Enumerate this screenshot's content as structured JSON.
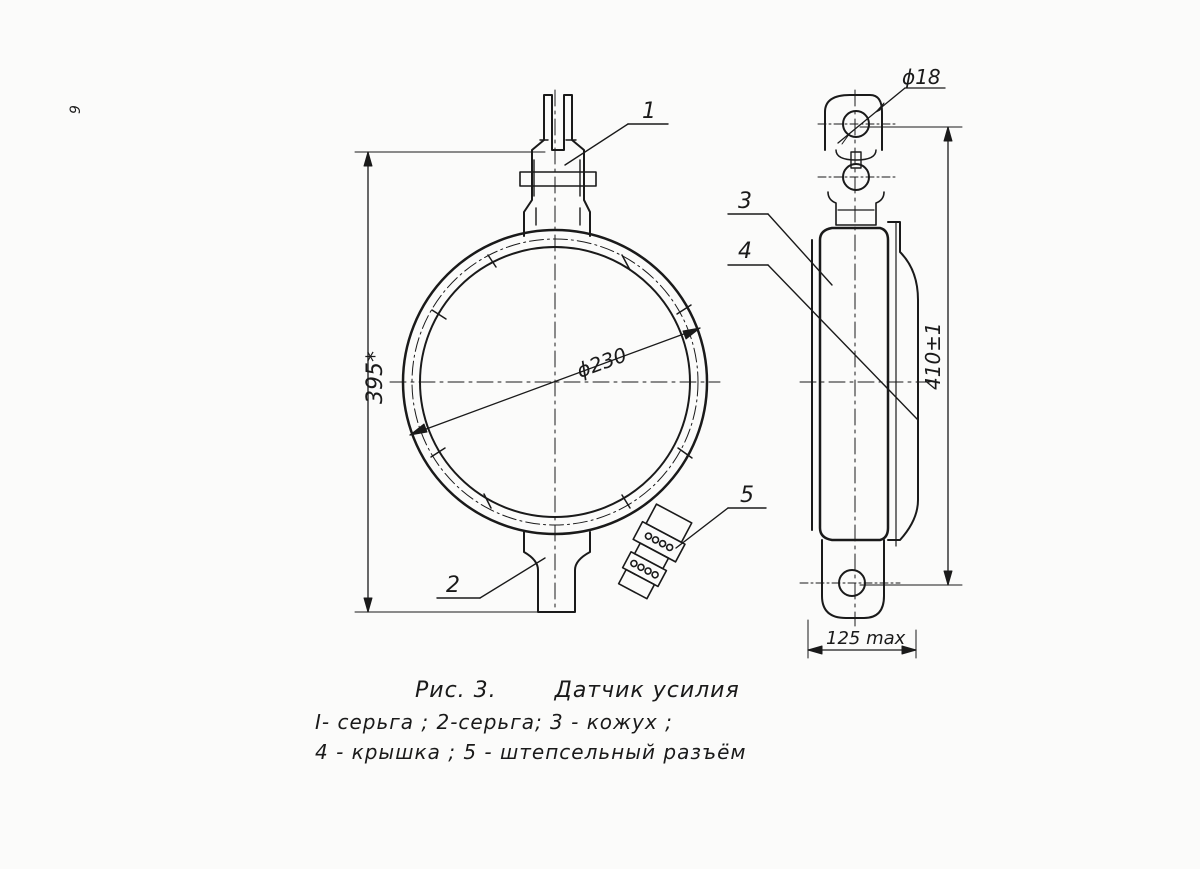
{
  "page_number": "9",
  "callouts": {
    "c1": "1",
    "c2": "2",
    "c3": "3",
    "c4": "4",
    "c5": "5"
  },
  "dimensions": {
    "circle_diameter": "ϕ230",
    "front_height": "395*",
    "hole_diameter": "ϕ18",
    "side_height": "410±1",
    "side_width": "125 max"
  },
  "caption": {
    "figure": "Рис. 3.",
    "title": "Датчик усилия",
    "line2": "I- серьга ;   2-серьга;  3 - кожух ;",
    "line3": "4 - крышка ;  5 - штепсельный разъём"
  },
  "colors": {
    "ink": "#1a1a1a",
    "paper": "#fbfbfa"
  }
}
